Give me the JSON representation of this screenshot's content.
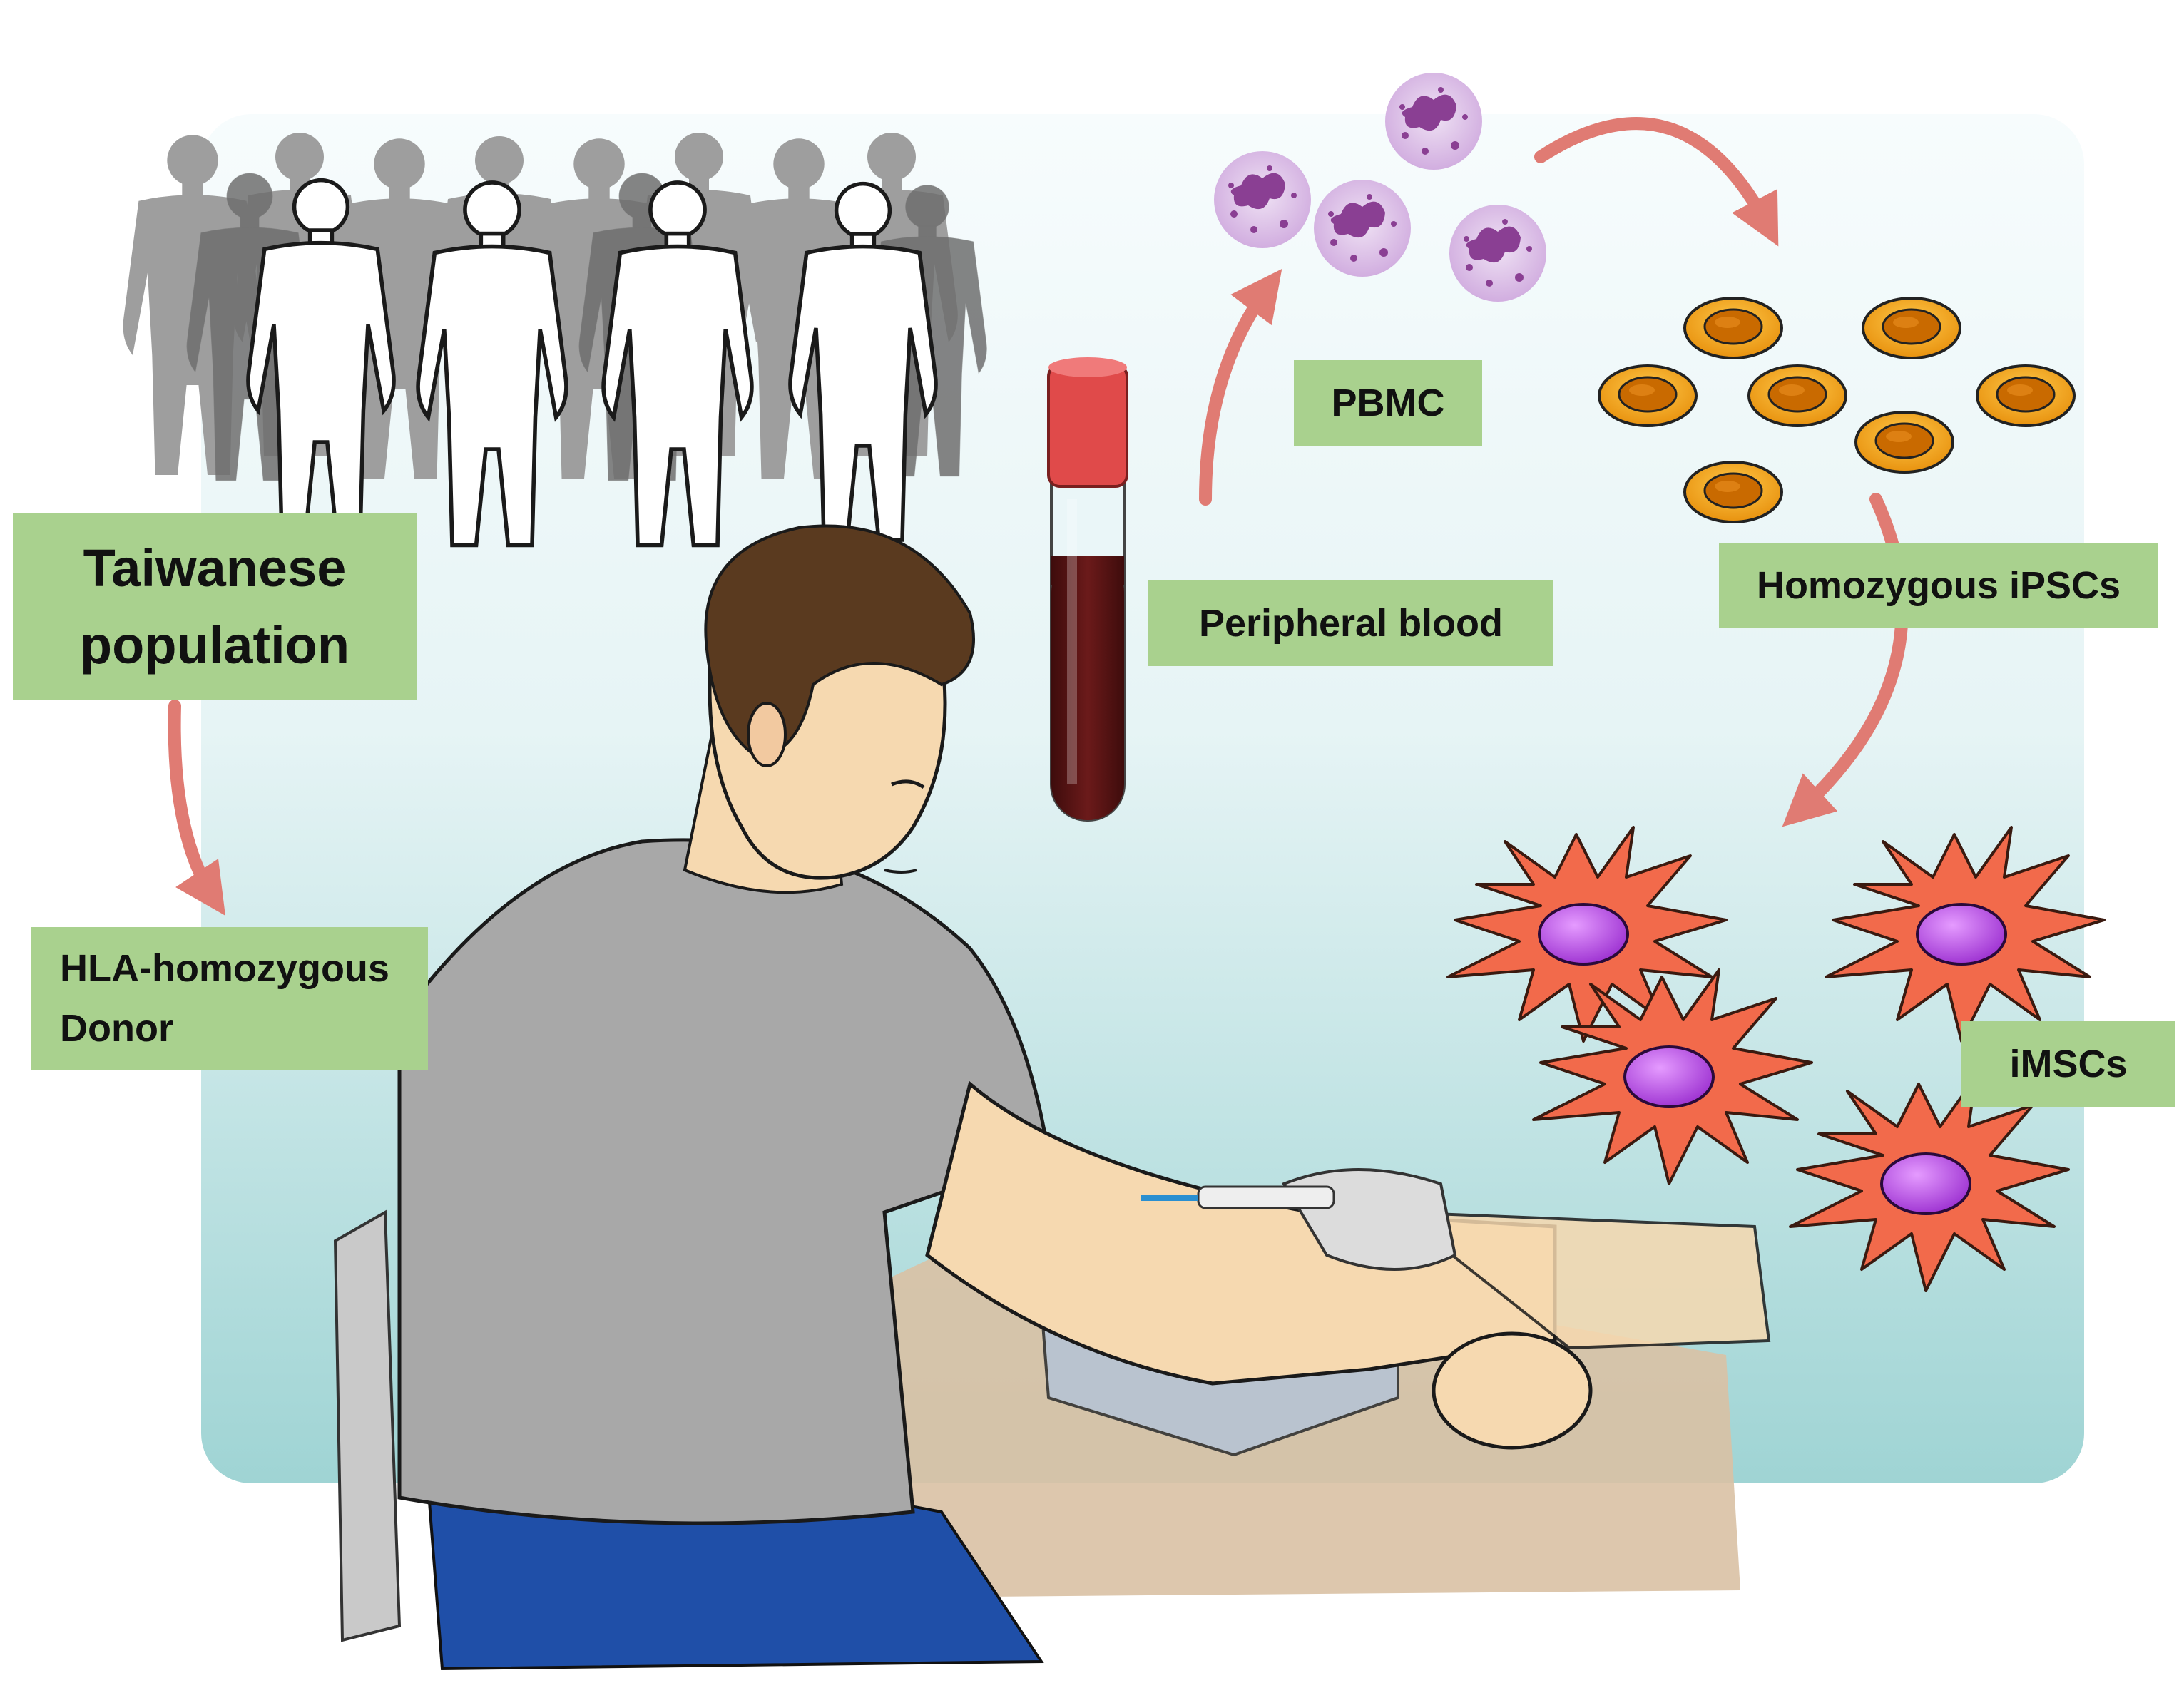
{
  "labels": {
    "population": {
      "line1": "Taiwanese",
      "line2": "population"
    },
    "donor": {
      "line1": "HLA-homozygous",
      "line2": "Donor"
    },
    "pbmc": "PBMC",
    "peripheral_blood": "Peripheral blood",
    "ipscs": "Homozygous iPSCs",
    "imscs": "iMSCs"
  },
  "icons": [
    "crowd-silhouettes-icon",
    "blood-tube-icon",
    "pbmc-cell-icon",
    "ipsc-cell-icon",
    "msc-cell-icon",
    "flow-arrow-icon",
    "blood-draw-illustration"
  ],
  "colors": {
    "label_bg": "#a9d18e",
    "arrow": "#e07b73",
    "background_top": "#f5fbfc",
    "background_bottom": "#9fd4d4",
    "blood": "#5a1414",
    "tube_cap": "#e04a4a",
    "pbmc_cell": "#d6b8e3",
    "pbmc_nucleus": "#8a3f93",
    "ipsc_cell": "#f0a21a",
    "ipsc_nucleus": "#c76b00",
    "msc_cell": "#f26a4b",
    "msc_nucleus": "#b04be0",
    "shirt": "#a8a8a8",
    "skin": "#f6d9b0",
    "hair": "#5a3a1f",
    "jeans": "#1f4fa8",
    "table": "#d9c1a4"
  }
}
